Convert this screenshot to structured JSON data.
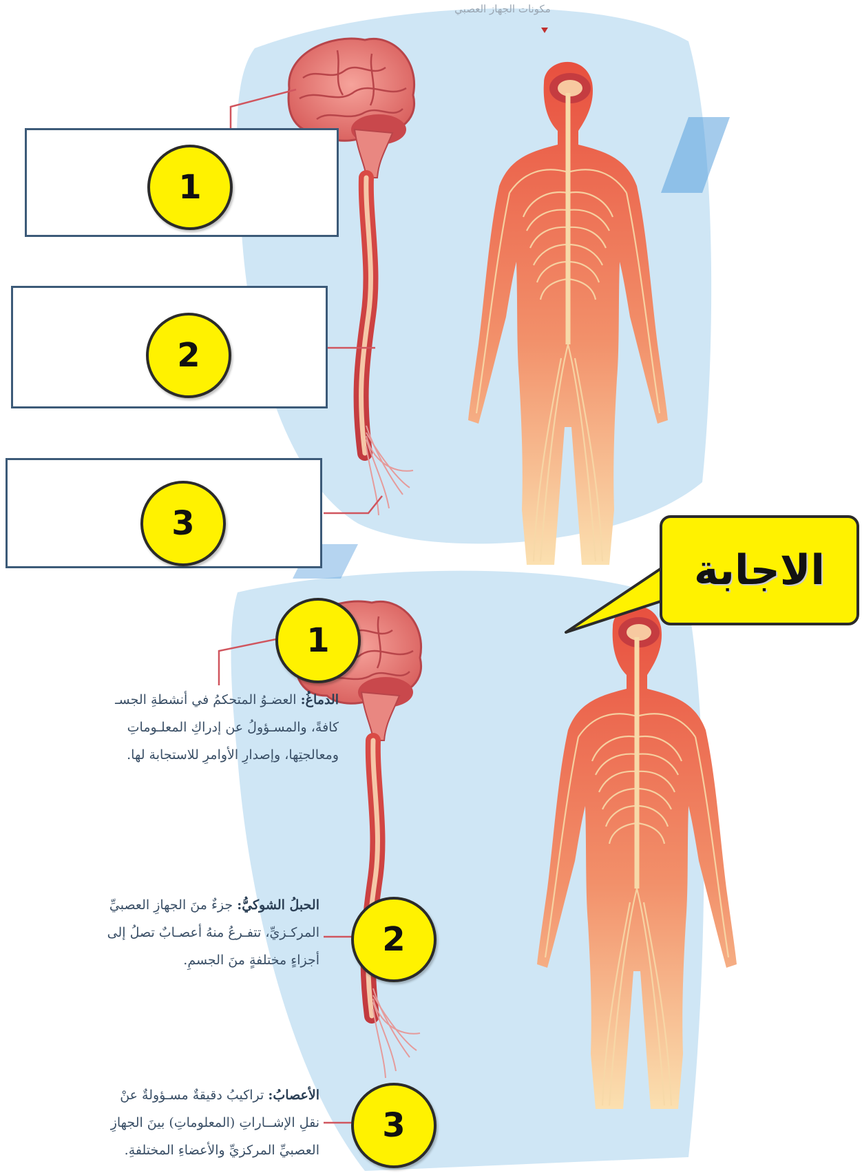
{
  "header": {
    "caption": "مكونات الجهاز العصبي"
  },
  "quiz": {
    "badges": [
      "1",
      "2",
      "3"
    ]
  },
  "answer": {
    "bubble_label": "الاجابة",
    "badges": [
      "1",
      "2",
      "3"
    ],
    "items": [
      {
        "term": "الدماغُ:",
        "lines": [
          "العضـوُ المتحكمُ في أنشطةِ الجسـ",
          "كافةً، والمسـؤولُ عن إدراكِ المعلـوماتِ",
          "ومعالجتِها، وإصدارِ الأوامرِ للاستجابة لها."
        ]
      },
      {
        "term": "الحبلُ الشوكيُّ:",
        "lines": [
          "جزءٌ منَ الجهازِ العصبيِّ",
          "المركـزيِّ، تتفـرعُ منهُ أعصـابٌ تصلُ إلى",
          "أجزاءٍ مختلفةٍ منَ الجسمِ."
        ]
      },
      {
        "term": "الأعصابُ:",
        "lines": [
          "تراكيبُ دقيقةٌ مسـؤولةٌ عنْ",
          "نقلِ الإشــاراتِ (المعلوماتِ) بينَ الجهازِ",
          "العصبيِّ المركزيِّ والأعضاءِ المختلفةِ."
        ]
      }
    ]
  },
  "colors": {
    "blob": "#c7e2f4",
    "body_fill": "#ee7c5f",
    "nerve": "#f7d9a8",
    "badge": "#fff200",
    "box_border": "#3c5a78"
  }
}
